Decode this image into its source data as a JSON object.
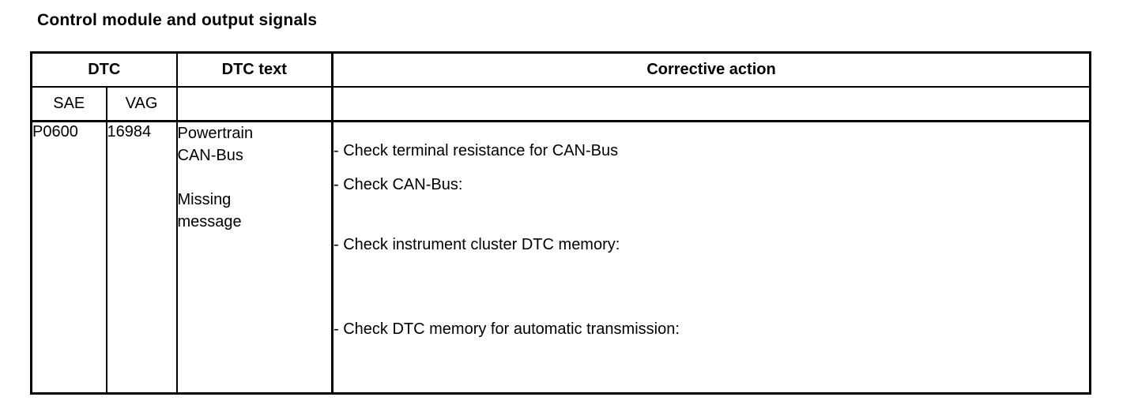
{
  "page_title": "Control module and output signals",
  "table": {
    "header": {
      "dtc": "DTC",
      "dtc_text": "DTC text",
      "corrective_action": "Corrective action"
    },
    "subheader": {
      "sae": "SAE",
      "vag": "VAG"
    },
    "row": {
      "sae_code": "P0600",
      "vag_code": "16984",
      "dtc_text_lines": [
        "Powertrain",
        "CAN-Bus",
        "",
        "Missing",
        "message"
      ],
      "corrective_actions": [
        "- Check terminal resistance for CAN-Bus",
        "- Check CAN-Bus:",
        "- Check instrument cluster DTC memory:",
        "- Check DTC memory for automatic transmission:"
      ]
    }
  }
}
